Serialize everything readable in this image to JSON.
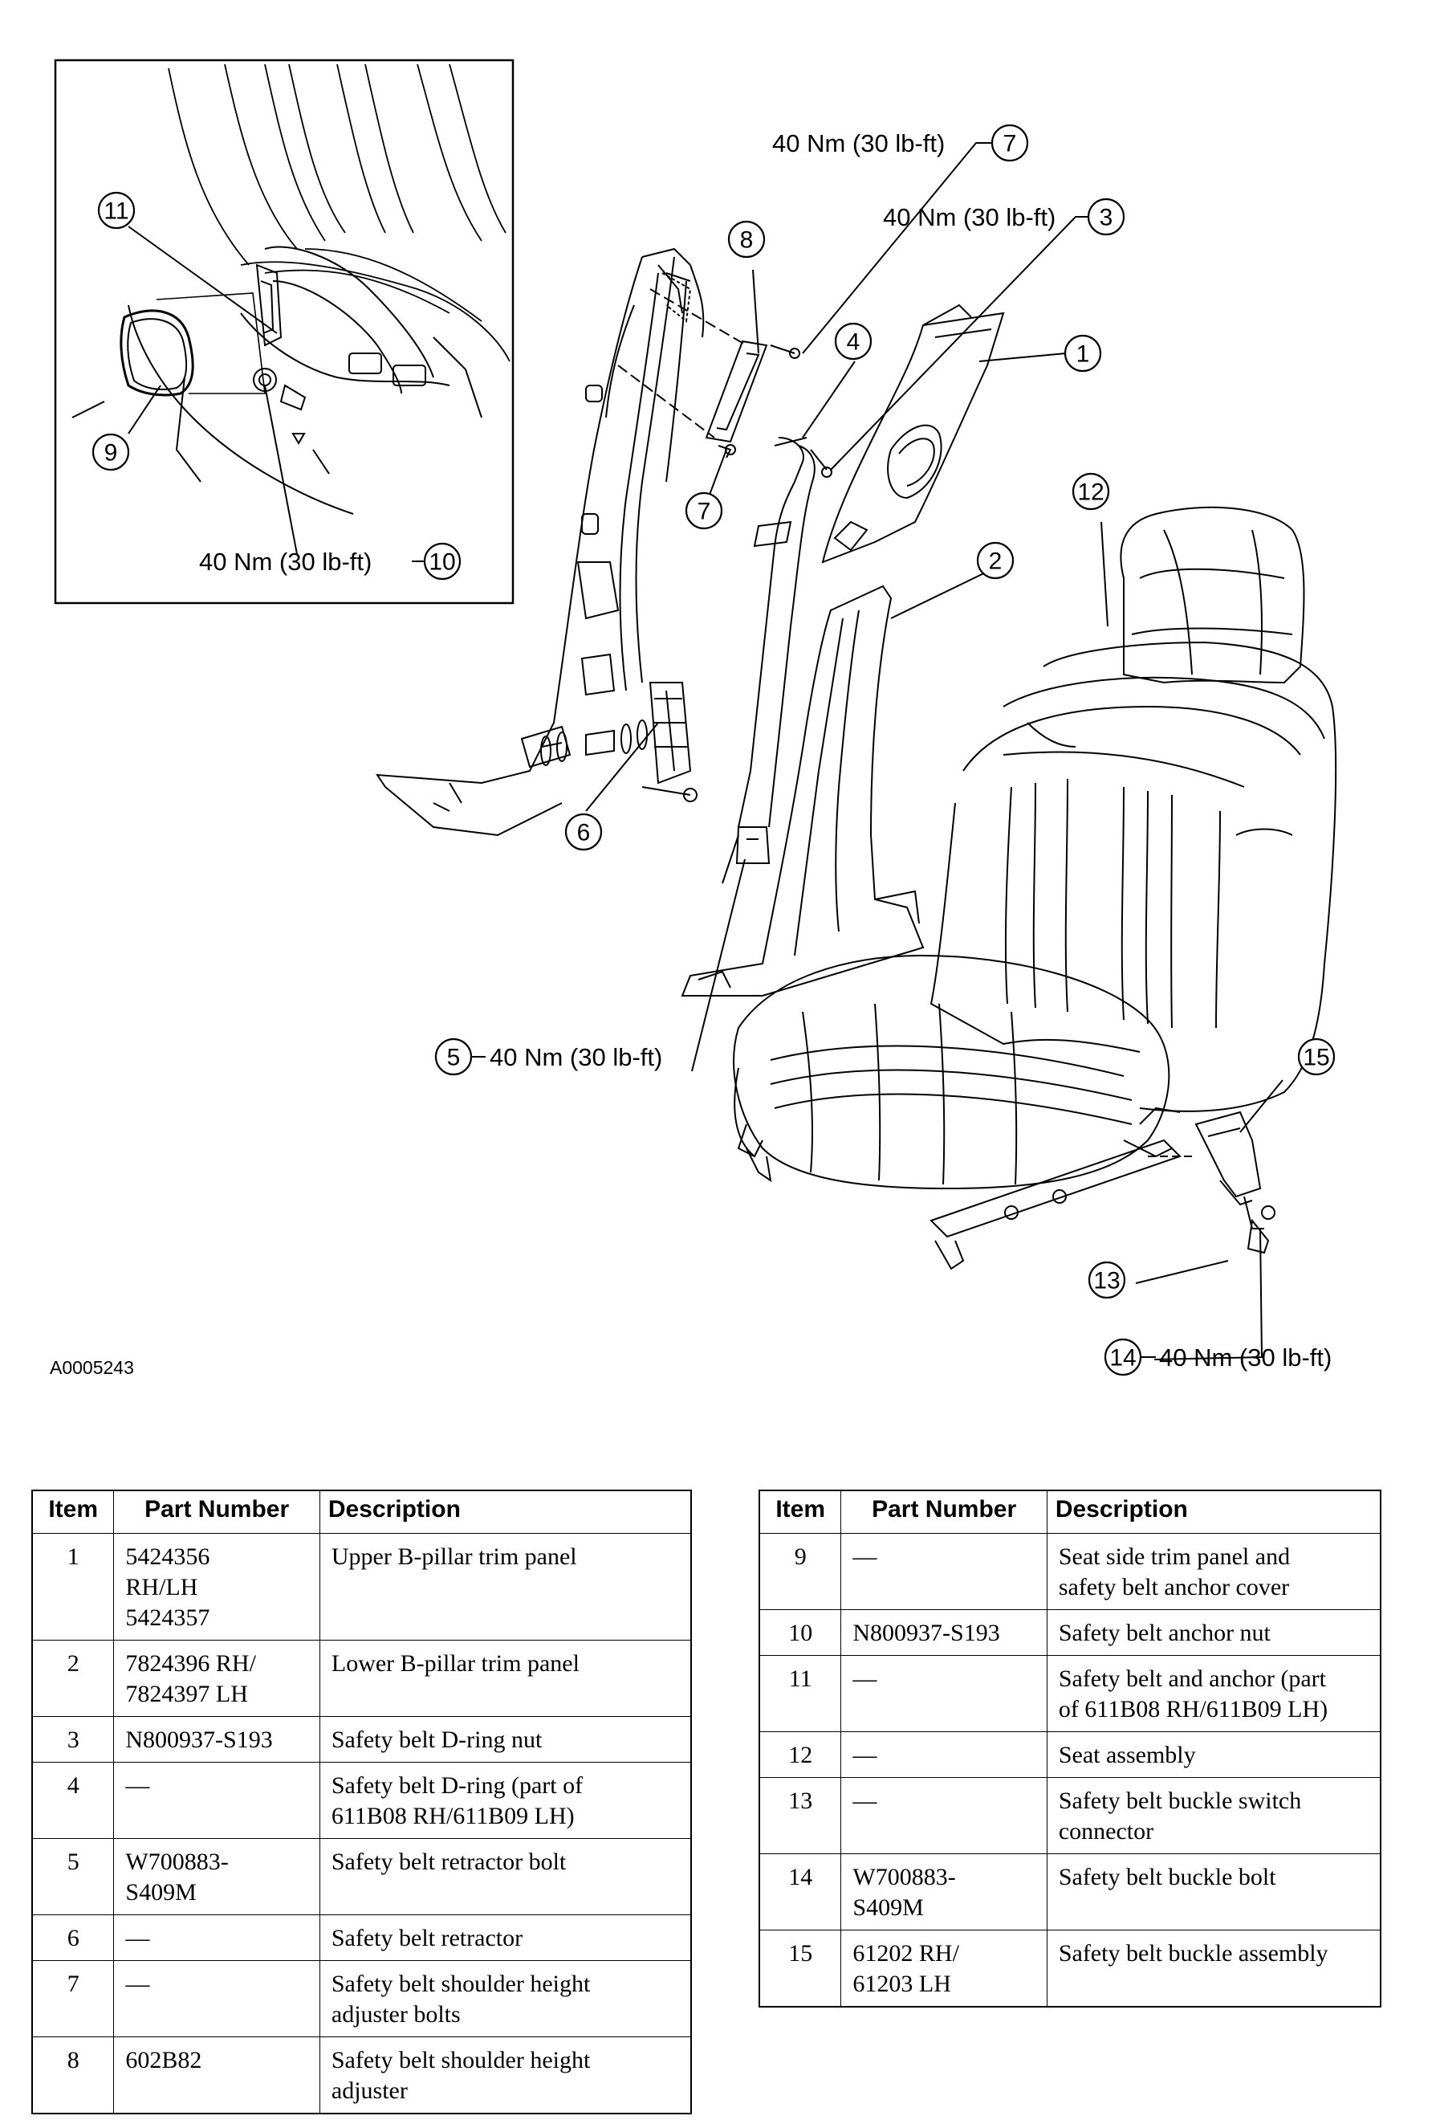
{
  "figure_id": "A0005243",
  "callouts": {
    "c7_top": {
      "item": "7",
      "torque": "40 Nm (30 lb-ft)"
    },
    "c3": {
      "item": "3",
      "torque": "40 Nm (30 lb-ft)"
    },
    "c10": {
      "item": "10",
      "torque": "40 Nm (30 lb-ft)"
    },
    "c5": {
      "item": "5",
      "torque": "40 Nm (30 lb-ft)"
    },
    "c14": {
      "item": "14",
      "torque": "40 Nm (30 lb-ft)"
    }
  },
  "labels": {
    "l1": "1",
    "l2": "2",
    "l4": "4",
    "l6": "6",
    "l7b": "7",
    "l8": "8",
    "l9": "9",
    "l11": "11",
    "l12": "12",
    "l13": "13",
    "l15": "15"
  },
  "table_headers": {
    "item": "Item",
    "part_number": "Part Number",
    "description": "Description"
  },
  "parts_left": [
    {
      "item": "1",
      "part_number": "5424356\nRH/LH\n5424357",
      "description": "Upper B-pillar trim panel"
    },
    {
      "item": "2",
      "part_number": "7824396 RH/\n7824397 LH",
      "description": "Lower B-pillar trim panel"
    },
    {
      "item": "3",
      "part_number": "N800937-S193",
      "description": "Safety belt D-ring nut"
    },
    {
      "item": "4",
      "part_number": "—",
      "description": "Safety belt D-ring (part of\n611B08 RH/611B09 LH)"
    },
    {
      "item": "5",
      "part_number": "W700883-\nS409M",
      "description": "Safety belt retractor bolt"
    },
    {
      "item": "6",
      "part_number": "—",
      "description": "Safety belt retractor"
    },
    {
      "item": "7",
      "part_number": "—",
      "description": "Safety belt shoulder height\nadjuster bolts"
    },
    {
      "item": "8",
      "part_number": "602B82",
      "description": "Safety belt shoulder height\nadjuster"
    }
  ],
  "parts_right": [
    {
      "item": "9",
      "part_number": "—",
      "description": "Seat side trim panel and\nsafety belt anchor cover"
    },
    {
      "item": "10",
      "part_number": "N800937-S193",
      "description": "Safety belt anchor nut"
    },
    {
      "item": "11",
      "part_number": "—",
      "description": "Safety belt and anchor (part\nof 611B08 RH/611B09 LH)"
    },
    {
      "item": "12",
      "part_number": "—",
      "description": "Seat assembly"
    },
    {
      "item": "13",
      "part_number": "—",
      "description": "Safety belt buckle switch\nconnector"
    },
    {
      "item": "14",
      "part_number": "W700883-\nS409M",
      "description": "Safety belt buckle bolt"
    },
    {
      "item": "15",
      "part_number": "61202 RH/\n61203 LH",
      "description": "Safety belt buckle assembly"
    }
  ]
}
